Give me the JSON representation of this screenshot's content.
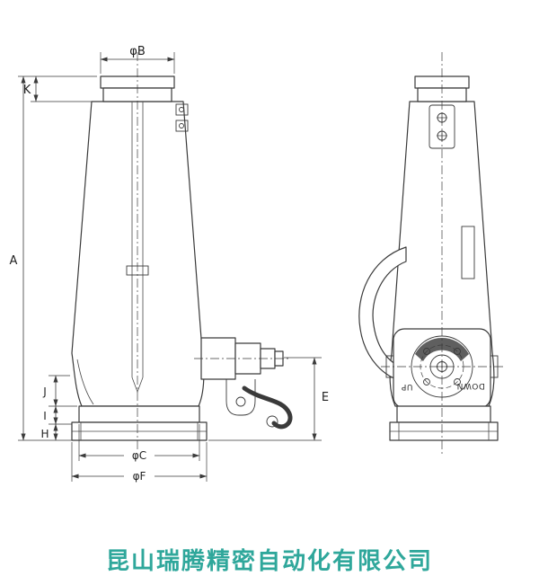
{
  "page": {
    "background": "#ffffff",
    "line_color": "#3a3a3a"
  },
  "drawing": {
    "description": "two-view technical drawing of a mechanical ratchet jack",
    "views": {
      "front": "front-view",
      "side": "side-view"
    },
    "dimension_labels": {
      "phi_b": "φB",
      "k": "K",
      "a": "A",
      "j": "J",
      "i": "I",
      "h": "H",
      "phi_c": "φC",
      "phi_f": "φF",
      "e": "E"
    },
    "annotations": {
      "up": "UP",
      "down": "DOWN"
    }
  },
  "watermark": {
    "text": "昆山瑞腾精密自动化有限公司",
    "color": "#2fa79b"
  }
}
